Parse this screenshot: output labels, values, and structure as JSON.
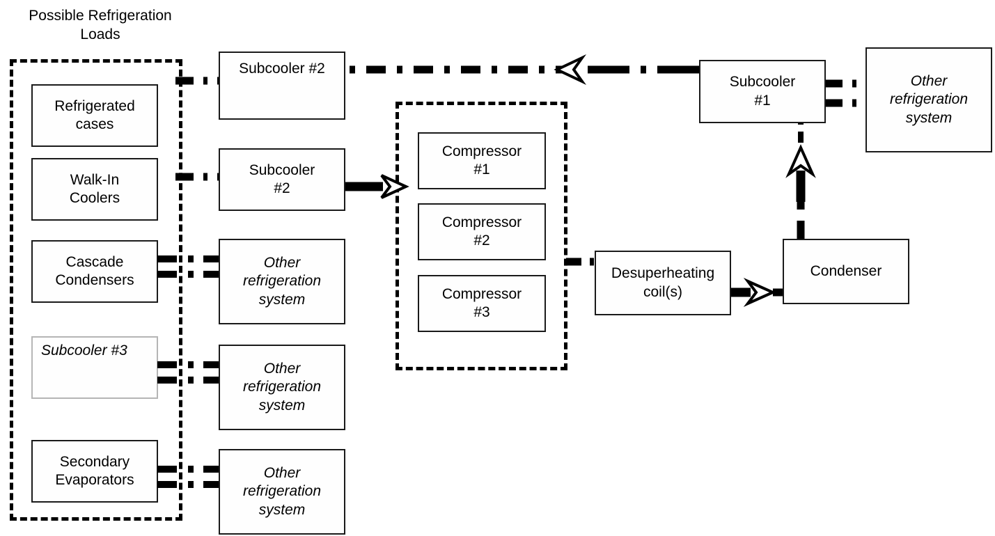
{
  "diagram": {
    "title": "Possible Refrigeration Loads",
    "legend_note": ""
  },
  "groups": {
    "loads_group_label": "Possible Refrigeration Loads",
    "compressor_rack_label": ""
  },
  "loads": [
    {
      "id": "refrigerated-cases",
      "label": "Refrigerated\ncases"
    },
    {
      "id": "walk-in-coolers",
      "label": "Walk-In\nCoolers"
    },
    {
      "id": "cascade-condensers",
      "label": "Cascade\nCondensers"
    },
    {
      "id": "subcooler-3",
      "label": "Subcooler #3"
    },
    {
      "id": "secondary-evaporators",
      "label": "Secondary\nEvaporators"
    }
  ],
  "middle_column": [
    {
      "id": "subcooler-2-top",
      "label": "Subcooler #2"
    },
    {
      "id": "subcooler-2",
      "label": "Subcooler\n#2"
    },
    {
      "id": "other-system-1",
      "label": "Other\nrefrigeration\nsystem"
    },
    {
      "id": "other-system-2",
      "label": "Other\nrefrigeration\nsystem"
    },
    {
      "id": "other-system-3",
      "label": "Other\nrefrigeration\nsystem"
    }
  ],
  "compressors": [
    {
      "id": "compressor-1",
      "label": "Compressor\n#1"
    },
    {
      "id": "compressor-2",
      "label": "Compressor\n#2"
    },
    {
      "id": "compressor-3",
      "label": "Compressor\n#3"
    }
  ],
  "right_side": {
    "subcooler_1": "Subcooler\n#1",
    "other_system_top": "Other\nrefrigeration\nsystem",
    "desuperheating_coils": "Desuperheating\ncoil(s)",
    "condenser": "Condenser"
  },
  "colors": {
    "line": "#000000",
    "box_border": "#1a1a1a",
    "faint_border": "#b5b5b5",
    "background": "#ffffff"
  }
}
